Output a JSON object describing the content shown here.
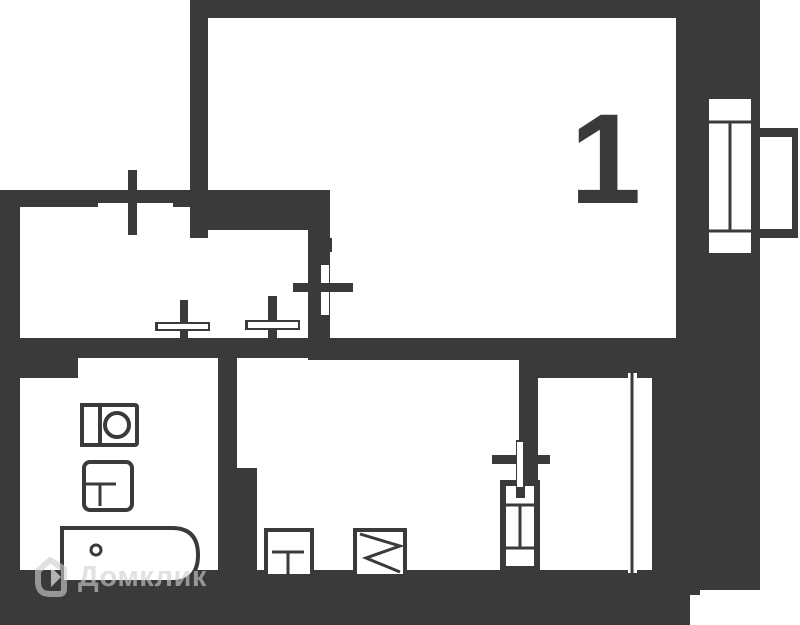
{
  "plan": {
    "type": "floor-plan",
    "description": "One-room apartment floor plan, dark filled walls on white background",
    "wall_color": "#3a3a3c",
    "background_color": "#ffffff",
    "room_number": "1",
    "labels": {
      "living_room_area": "",
      "living_room_area_state": "redacted",
      "kitchen_area": "",
      "kitchen_area_state": "redacted"
    },
    "rooms": [
      {
        "name": "living-room",
        "number": "1",
        "area_label_state": "redacted"
      },
      {
        "name": "kitchen",
        "area_label_state": "redacted"
      },
      {
        "name": "bathroom"
      },
      {
        "name": "hallway"
      },
      {
        "name": "balcony"
      }
    ],
    "fixtures": [
      {
        "name": "toilet",
        "room": "bathroom"
      },
      {
        "name": "sink",
        "room": "bathroom"
      },
      {
        "name": "bathtub",
        "room": "bathroom"
      },
      {
        "name": "kitchen-sink",
        "room": "kitchen"
      },
      {
        "name": "stove",
        "room": "kitchen"
      }
    ],
    "openings": [
      {
        "name": "door-hallway-left"
      },
      {
        "name": "door-living-room"
      },
      {
        "name": "door-bathroom"
      },
      {
        "name": "door-kitchen"
      },
      {
        "name": "door-kitchen-balcony"
      }
    ],
    "windows": [
      {
        "name": "window-balcony"
      },
      {
        "name": "window-kitchen"
      },
      {
        "name": "window-kitchen-right"
      }
    ]
  },
  "watermark": {
    "brand": "Домклик",
    "logo_icon": "domclick-house-icon",
    "color": "#cfcfcf"
  }
}
